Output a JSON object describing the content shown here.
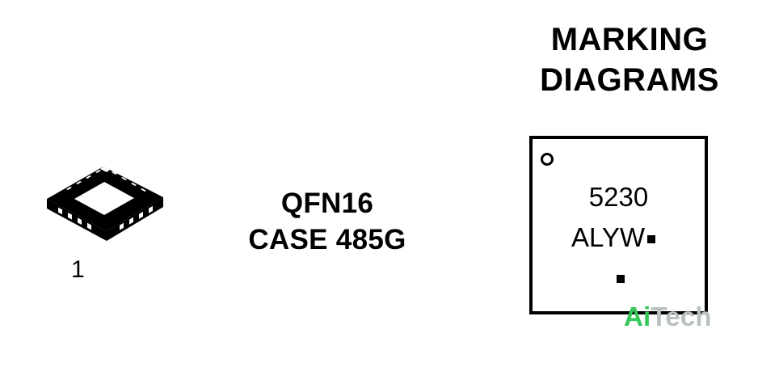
{
  "package": {
    "pin_one_label": "1",
    "name_line_1": "QFN16",
    "name_line_2": "CASE 485G"
  },
  "marking": {
    "heading_line_1": "MARKING",
    "heading_line_2": "DIAGRAMS",
    "line_1": "5230",
    "line_2": "ALYW"
  },
  "watermark": {
    "part_1": "Ai",
    "part_2": "Tech",
    "colors": {
      "part_1": "#34c759",
      "part_2": "#b9c2bd"
    }
  }
}
